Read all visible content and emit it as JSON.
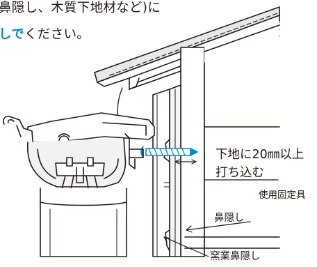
{
  "instructions": {
    "line1": "鼻隠し、木質下地材など)に",
    "line2_prefix": "",
    "line2_emphasis": "しで",
    "line2_suffix": "ください。"
  },
  "labels": {
    "distance_line1": "下地に20㎜以上",
    "distance_line2": "打ち込む",
    "fixture": "使用固定具",
    "fascia": "鼻隠し",
    "ceramic_fascia": "窯業鼻隠し"
  },
  "colors": {
    "text": "#231815",
    "emphasis": "#0089c9",
    "screw": "#0089c9",
    "line": "#231815",
    "roof_shade": "#e8e8e8",
    "gutter_shade": "#f2f2f2"
  },
  "icons": {
    "screw": "screw-icon"
  }
}
